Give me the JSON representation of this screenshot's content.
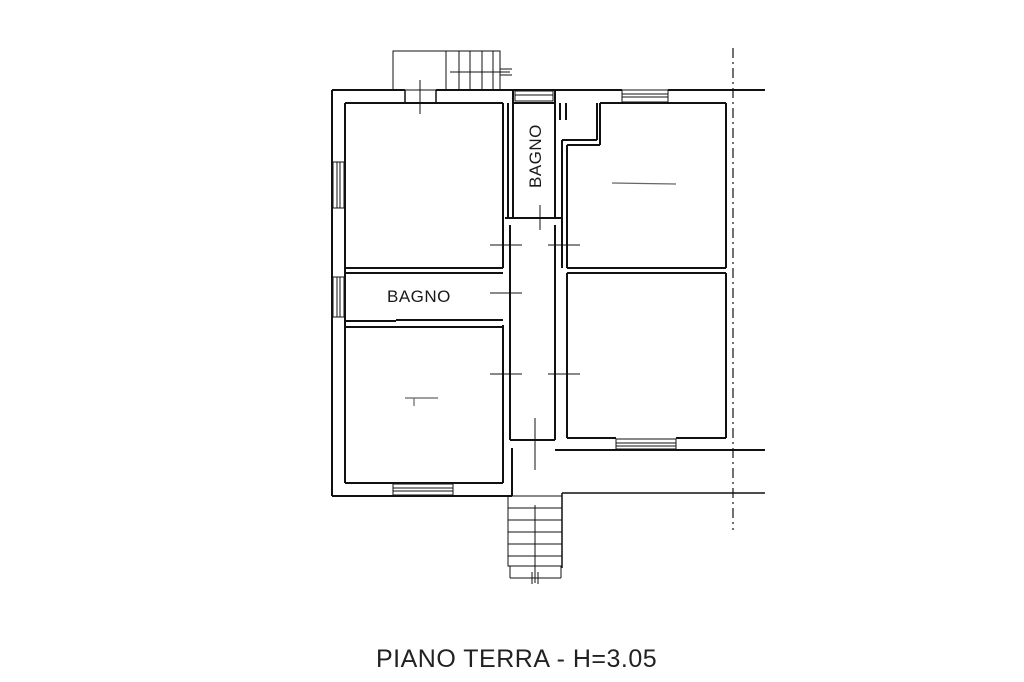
{
  "drawing": {
    "type": "floor-plan",
    "title": "PIANO TERRA - H=3.05",
    "floor_name": "PIANO TERRA",
    "ceiling_height": "H=3.05",
    "line_color": "#111111",
    "background_color": "#ffffff"
  },
  "rooms": [
    {
      "id": "room-top-left",
      "label": ""
    },
    {
      "id": "bathroom-top",
      "label": "BAGNO",
      "orientation": "vertical"
    },
    {
      "id": "room-top-right",
      "label": ""
    },
    {
      "id": "bathroom-left",
      "label": "BAGNO",
      "orientation": "horizontal"
    },
    {
      "id": "room-bottom-left",
      "label": ""
    },
    {
      "id": "room-bottom-right",
      "label": ""
    },
    {
      "id": "corridor",
      "label": ""
    }
  ],
  "elements": {
    "stair_top": "stair",
    "stair_bottom": "stair",
    "axis_line": "dash-dot-axis"
  }
}
